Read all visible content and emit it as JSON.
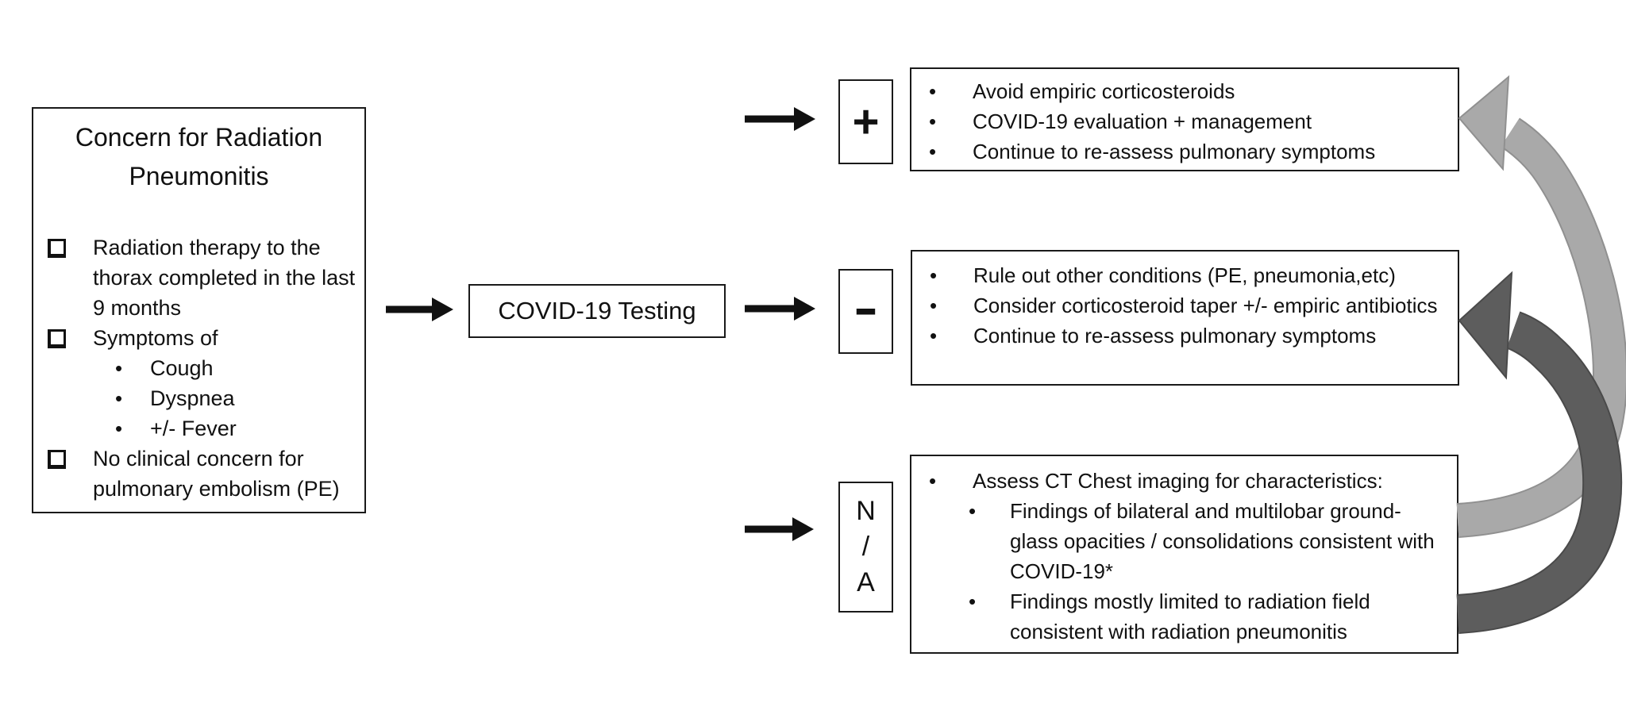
{
  "diagram": {
    "glyphs": {
      "bullet": "•"
    },
    "colors": {
      "box_border": "#1a1a1a",
      "black_arrow": "#111111",
      "light_curved_arrow": "#a9a9a9",
      "dark_curved_arrow": "#5d5d5d"
    },
    "start_box": {
      "title": "Concern for Radiation\nPneumonitis",
      "items": [
        {
          "text": "Radiation therapy to the thorax completed in the last 9 months",
          "sub_items": []
        },
        {
          "text": "Symptoms of",
          "sub_items": [
            "Cough",
            "Dyspnea",
            "+/- Fever"
          ]
        },
        {
          "text": "No clinical concern for pulmonary embolism (PE)",
          "sub_items": []
        }
      ]
    },
    "test_box": {
      "label": "COVID-19 Testing"
    },
    "outcomes": [
      {
        "result_symbol": "+",
        "actions": [
          "Avoid empiric corticosteroids",
          "COVID-19 evaluation + management",
          "Continue to re-assess pulmonary symptoms"
        ]
      },
      {
        "result_symbol": "-",
        "actions": [
          "Rule out other conditions (PE, pneumonia,etc)",
          "Consider corticosteroid taper +/- empiric antibiotics",
          "Continue to re-assess pulmonary symptoms"
        ]
      },
      {
        "result_symbol": "N\n/\nA",
        "actions": [
          {
            "text": "Assess CT Chest imaging for characteristics:",
            "sub_items": [
              "Findings of bilateral and multilobar ground-glass opacities / consolidations consistent with COVID-19*",
              "Findings mostly limited to radiation field consistent with radiation pneumonitis"
            ]
          }
        ]
      }
    ]
  }
}
